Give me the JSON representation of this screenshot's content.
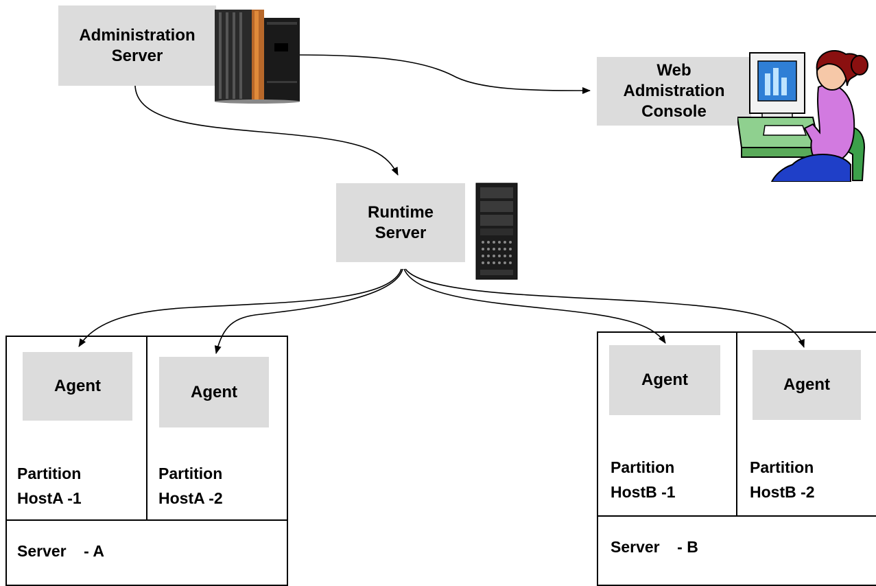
{
  "admin_server": {
    "line1": "Administration",
    "line2": "Server"
  },
  "web_console": {
    "line1": "Web",
    "line2": "Admistration",
    "line3": "Console"
  },
  "runtime_server": {
    "line1": "Runtime",
    "line2": "Server"
  },
  "server_a": {
    "title": "Server    - A",
    "partitions": [
      {
        "agent": "Agent",
        "line1": "Partition",
        "line2": "HostA -1"
      },
      {
        "agent": "Agent",
        "line1": "Partition",
        "line2": "HostA -2"
      }
    ]
  },
  "server_b": {
    "title": "Server    - B",
    "partitions": [
      {
        "agent": "Agent",
        "line1": "Partition",
        "line2": "HostB -1"
      },
      {
        "agent": "Agent",
        "line1": "Partition",
        "line2": "HostB -2"
      }
    ]
  },
  "icons": [
    "mainframe-server-icon",
    "rack-server-icon",
    "user-at-computer-icon"
  ]
}
